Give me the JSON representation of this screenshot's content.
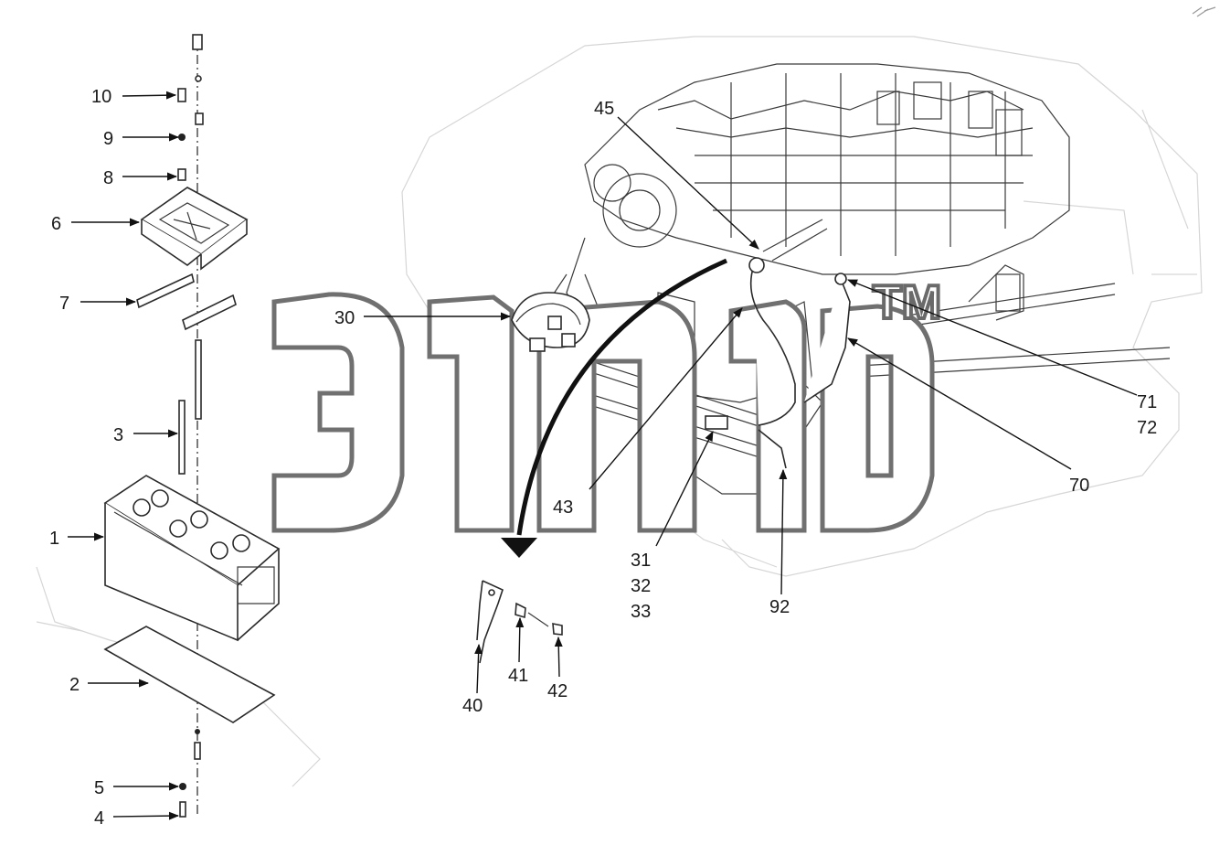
{
  "watermark": {
    "trademark": "TM"
  },
  "callouts": [
    {
      "id": "c10",
      "text": "10"
    },
    {
      "id": "c9",
      "text": "9"
    },
    {
      "id": "c8",
      "text": "8"
    },
    {
      "id": "c6",
      "text": "6"
    },
    {
      "id": "c7",
      "text": "7"
    },
    {
      "id": "c3",
      "text": "3"
    },
    {
      "id": "c1",
      "text": "1"
    },
    {
      "id": "c2",
      "text": "2"
    },
    {
      "id": "c5",
      "text": "5"
    },
    {
      "id": "c4",
      "text": "4"
    },
    {
      "id": "c30",
      "text": "30"
    },
    {
      "id": "c45",
      "text": "45"
    },
    {
      "id": "c43",
      "text": "43"
    },
    {
      "id": "c31",
      "text": "31"
    },
    {
      "id": "c32",
      "text": "32"
    },
    {
      "id": "c33",
      "text": "33"
    },
    {
      "id": "c92",
      "text": "92"
    },
    {
      "id": "c70",
      "text": "70"
    },
    {
      "id": "c71",
      "text": "71"
    },
    {
      "id": "c72",
      "text": "72"
    },
    {
      "id": "c40",
      "text": "40"
    },
    {
      "id": "c41",
      "text": "41"
    },
    {
      "id": "c42",
      "text": "42"
    }
  ]
}
